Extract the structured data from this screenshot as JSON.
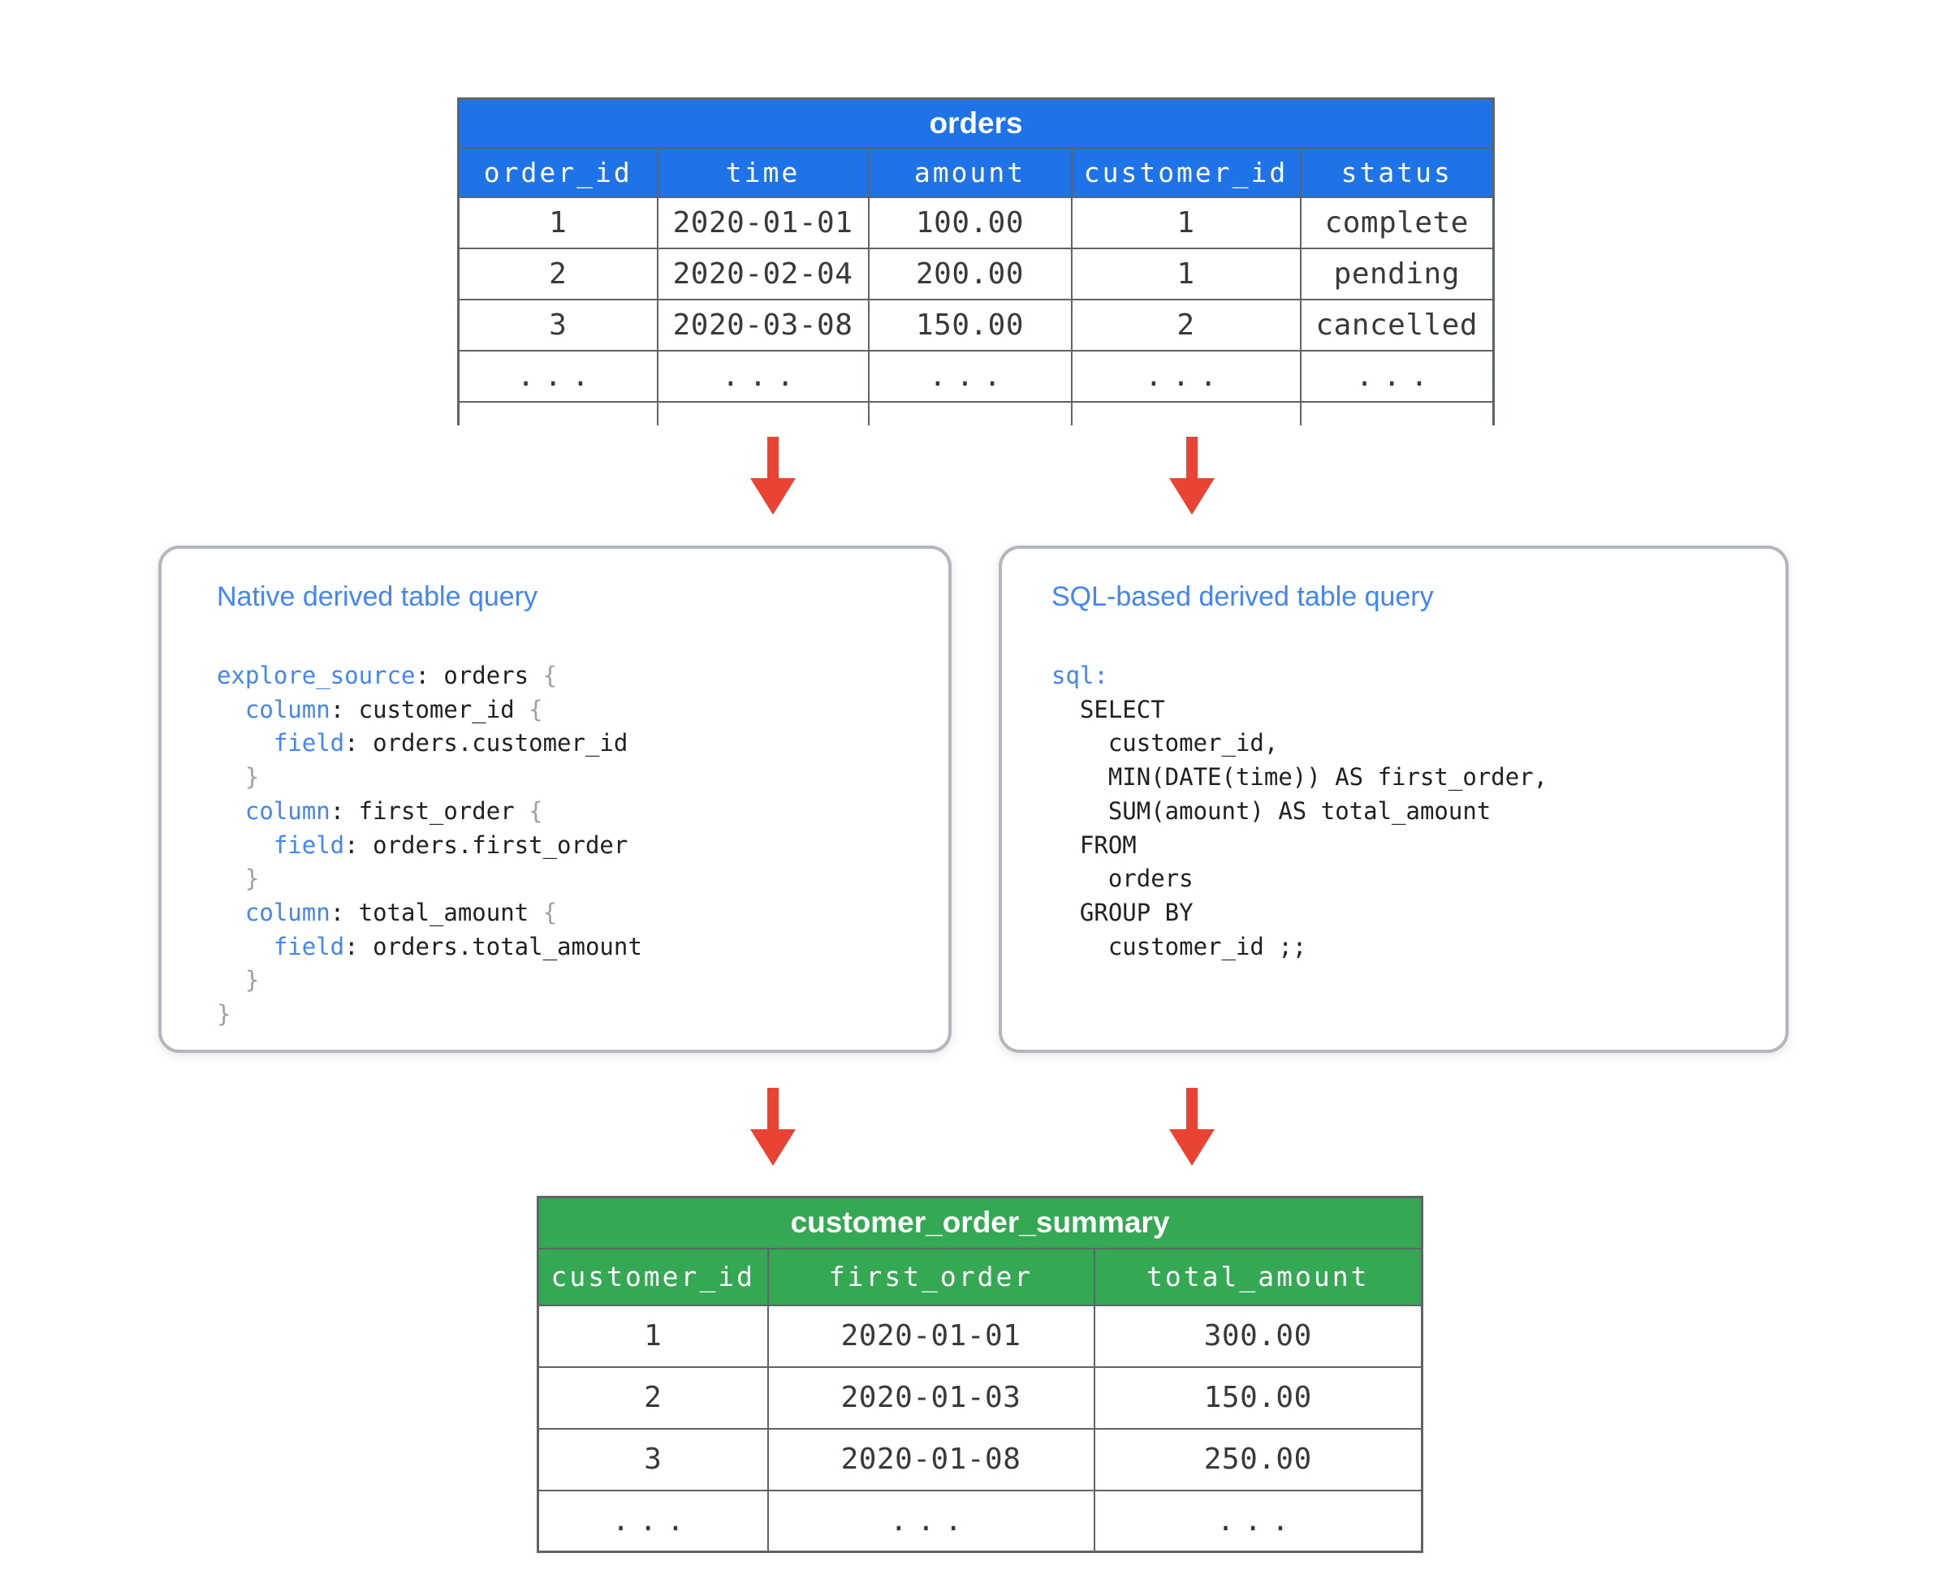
{
  "colors": {
    "orders_header_bg": "#1e73e8",
    "summary_header_bg": "#34a853",
    "table_border": "#5f6368",
    "box_border": "#b3b6ba",
    "title_blue": "#4285f4",
    "code_keyword_blue": "#4285f4",
    "code_text": "#202124",
    "code_brace_gray": "#9aa0a6",
    "arrow_red": "#e94334",
    "cell_text": "#37393b"
  },
  "orders_table": {
    "title": "orders",
    "columns": [
      "order_id",
      "time",
      "amount",
      "customer_id",
      "status"
    ],
    "rows": [
      [
        "1",
        "2020-01-01",
        "100.00",
        "1",
        "complete"
      ],
      [
        "2",
        "2020-02-04",
        "200.00",
        "1",
        "pending"
      ],
      [
        "3",
        "2020-03-08",
        "150.00",
        "2",
        "cancelled"
      ],
      [
        "...",
        "...",
        "...",
        "...",
        "..."
      ]
    ]
  },
  "native_box": {
    "title": "Native derived table query",
    "code": [
      [
        [
          "kw",
          "explore_source"
        ],
        [
          "tx",
          ": orders "
        ],
        [
          "br",
          "{"
        ]
      ],
      [
        [
          "tx",
          "  "
        ],
        [
          "kw",
          "column"
        ],
        [
          "tx",
          ": customer_id "
        ],
        [
          "br",
          "{"
        ]
      ],
      [
        [
          "tx",
          "    "
        ],
        [
          "kw",
          "field"
        ],
        [
          "tx",
          ": orders.customer_id"
        ]
      ],
      [
        [
          "br",
          "  }"
        ]
      ],
      [
        [
          "tx",
          "  "
        ],
        [
          "kw",
          "column"
        ],
        [
          "tx",
          ": first_order "
        ],
        [
          "br",
          "{"
        ]
      ],
      [
        [
          "tx",
          "    "
        ],
        [
          "kw",
          "field"
        ],
        [
          "tx",
          ": orders.first_order"
        ]
      ],
      [
        [
          "br",
          "  }"
        ]
      ],
      [
        [
          "tx",
          "  "
        ],
        [
          "kw",
          "column"
        ],
        [
          "tx",
          ": total_amount "
        ],
        [
          "br",
          "{"
        ]
      ],
      [
        [
          "tx",
          "    "
        ],
        [
          "kw",
          "field"
        ],
        [
          "tx",
          ": orders.total_amount"
        ]
      ],
      [
        [
          "br",
          "  }"
        ]
      ],
      [
        [
          "br",
          "}"
        ]
      ]
    ]
  },
  "sql_box": {
    "title": "SQL-based derived table query",
    "code": [
      [
        [
          "kw",
          "sql:"
        ]
      ],
      [
        [
          "tx",
          "  SELECT"
        ]
      ],
      [
        [
          "tx",
          "    customer_id,"
        ]
      ],
      [
        [
          "tx",
          "    MIN(DATE(time)) AS first_order,"
        ]
      ],
      [
        [
          "tx",
          "    SUM(amount) AS total_amount"
        ]
      ],
      [
        [
          "tx",
          "  FROM"
        ]
      ],
      [
        [
          "tx",
          "    orders"
        ]
      ],
      [
        [
          "tx",
          "  GROUP BY"
        ]
      ],
      [
        [
          "tx",
          "    customer_id ;;"
        ]
      ]
    ]
  },
  "summary_table": {
    "title": "customer_order_summary",
    "columns": [
      "customer_id",
      "first_order",
      "total_amount"
    ],
    "rows": [
      [
        "1",
        "2020-01-01",
        "300.00"
      ],
      [
        "2",
        "2020-01-03",
        "150.00"
      ],
      [
        "3",
        "2020-01-08",
        "250.00"
      ],
      [
        "...",
        "...",
        "..."
      ]
    ]
  }
}
